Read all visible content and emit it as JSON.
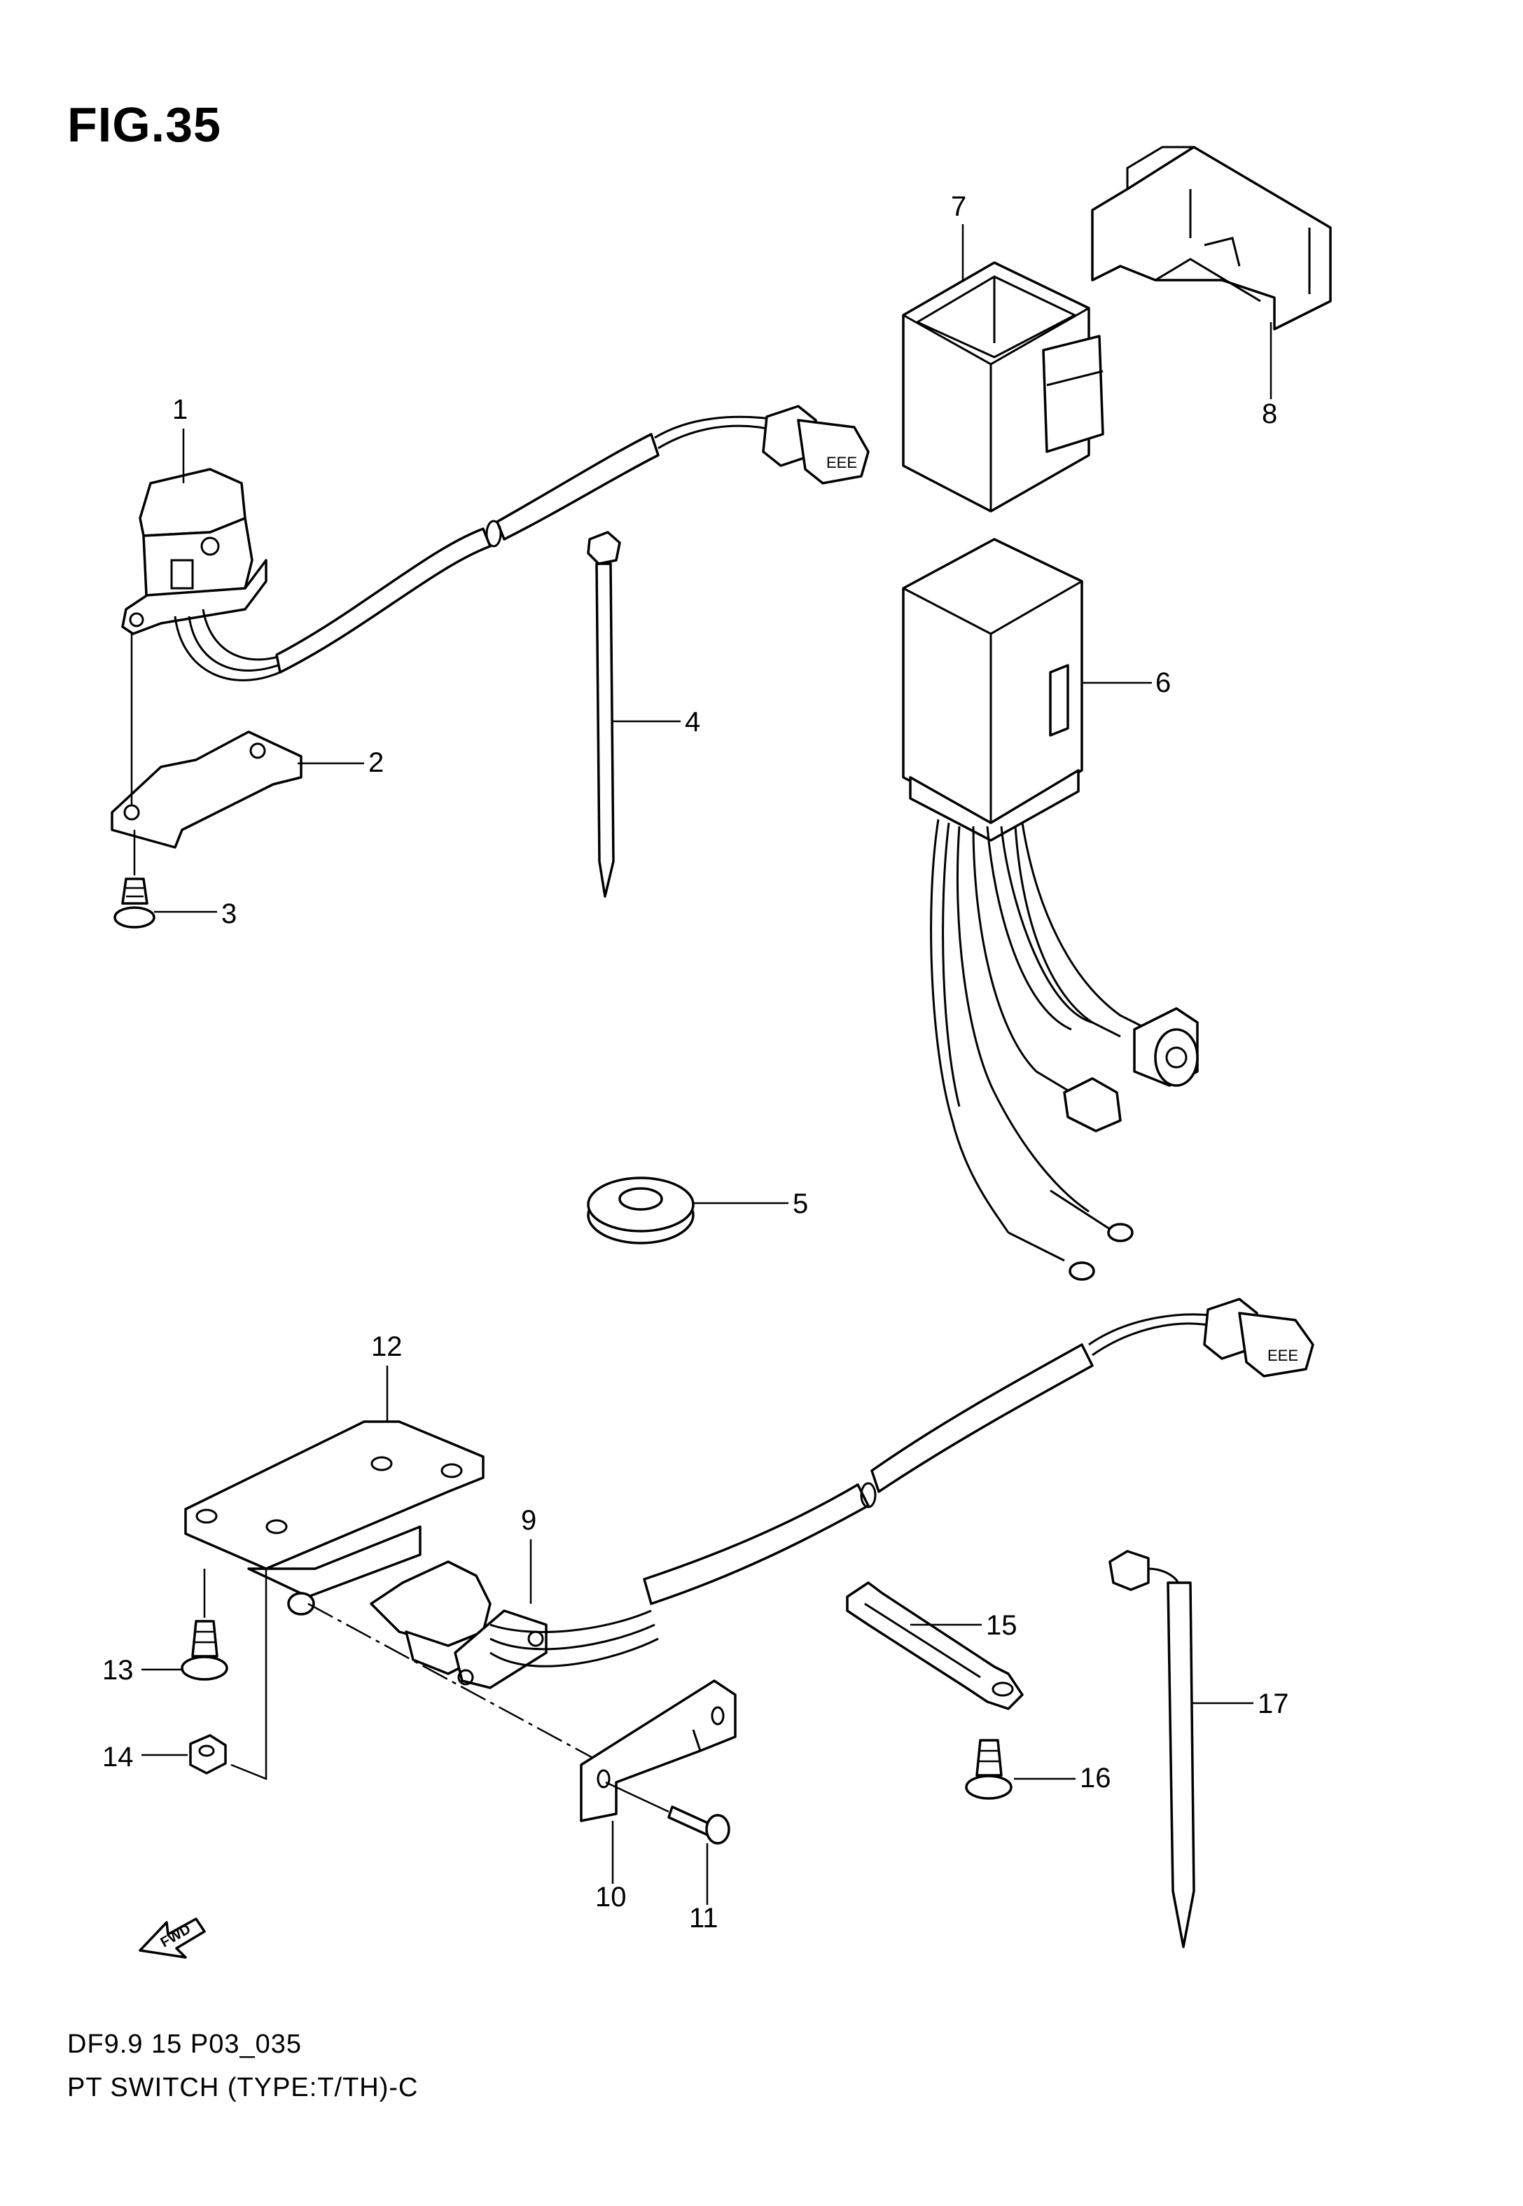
{
  "figure": {
    "title": "FIG.35",
    "code": "DF9.9 15 P03_035",
    "name": "PT SWITCH (TYPE:T/TH)-C"
  },
  "callouts": [
    "1",
    "2",
    "3",
    "4",
    "5",
    "6",
    "7",
    "8",
    "9",
    "10",
    "11",
    "12",
    "13",
    "14",
    "15",
    "16",
    "17"
  ],
  "fwd_arrow_text": "FWD"
}
